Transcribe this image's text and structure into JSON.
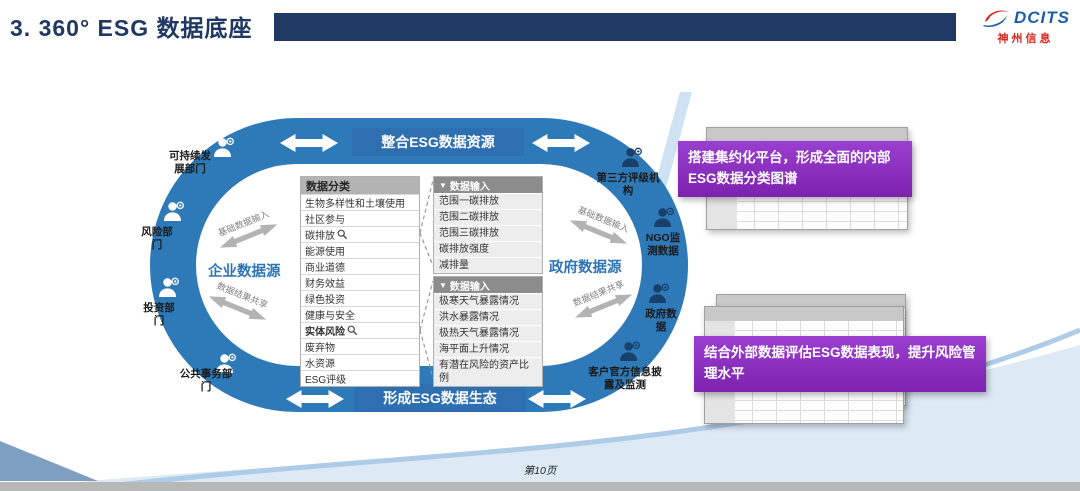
{
  "colors": {
    "navy": "#1f3864",
    "ring-blue": "#2e79b8",
    "ring-label-blue": "#2d6fb0",
    "source-blue": "#2e75b6",
    "purple-light": "#9a3fd0",
    "purple-dark": "#7d22ae",
    "brand-blue": "#1c5eab",
    "brand-red": "#d9251c",
    "arrow-gray": "#b3b3b3"
  },
  "header": {
    "title": "3. 360° ESG 数据底座",
    "logo": {
      "name": "DCITS",
      "subtitle": "神州信息"
    }
  },
  "diagram": {
    "ring": {
      "top_label": "整合ESG数据资源",
      "bottom_label": "形成ESG数据生态",
      "left_source": "企业数据源",
      "right_source": "政府数据源"
    },
    "flows": {
      "left_top": "基础数据输入",
      "left_bottom": "数据结果共享",
      "right_top": "基础数据输入",
      "right_bottom": "数据结果共享"
    },
    "stakeholders": {
      "left": [
        "可持续发展部门",
        "风险部门",
        "投资部门",
        "公共事务部门"
      ],
      "right": [
        "第三方评级机构",
        "NGO监测数据",
        "政府数据",
        "客户官方信息披露及监测"
      ]
    },
    "classification_table": {
      "header": "数据分类",
      "rows": [
        {
          "label": "生物多样性和土壤使用"
        },
        {
          "label": "社区参与"
        },
        {
          "label": "碳排放",
          "magnifier": true
        },
        {
          "label": "能源使用"
        },
        {
          "label": "商业道德"
        },
        {
          "label": "财务效益"
        },
        {
          "label": "绿色投资"
        },
        {
          "label": "健康与安全"
        },
        {
          "label": "实体风险",
          "magnifier": true,
          "bold": true
        },
        {
          "label": "废弃物"
        },
        {
          "label": "水资源"
        },
        {
          "label": "ESG评级"
        }
      ]
    },
    "input_boxes": [
      {
        "icon": "▼",
        "header": "数据输入",
        "rows": [
          "范围一碳排放",
          "范围二碳排放",
          "范围三碳排放",
          "碳排放强度",
          "减排量"
        ]
      },
      {
        "icon": "▼",
        "header": "数据输入",
        "rows": [
          "极寒天气暴露情况",
          "洪水暴露情况",
          "极热天气暴露情况",
          "海平面上升情况",
          "有潜在风险的资产比例"
        ]
      }
    ]
  },
  "callouts": [
    "搭建集约化平台，形成全面的内部ESG数据分类图谱",
    "结合外部数据评估ESG数据表现，提升风险管理水平"
  ],
  "footer": {
    "page": "第10页"
  }
}
